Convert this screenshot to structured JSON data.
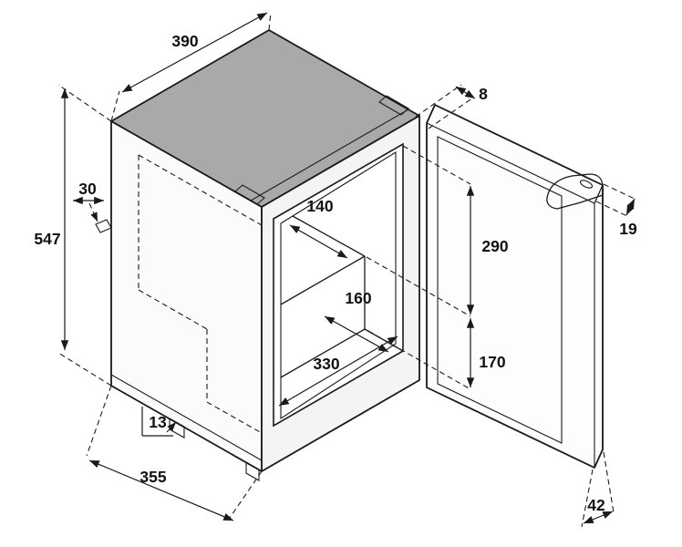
{
  "diagram": {
    "labels": {
      "width": "390",
      "hinge_gap": "8",
      "side_offset": "30",
      "height": "547",
      "door_edge": "19",
      "inner_top_depth": "140",
      "inner_height": "290",
      "step_depth": "160",
      "inner_width": "330",
      "step_height": "170",
      "foot_height": "13",
      "depth": "355",
      "door_thickness": "42"
    }
  }
}
